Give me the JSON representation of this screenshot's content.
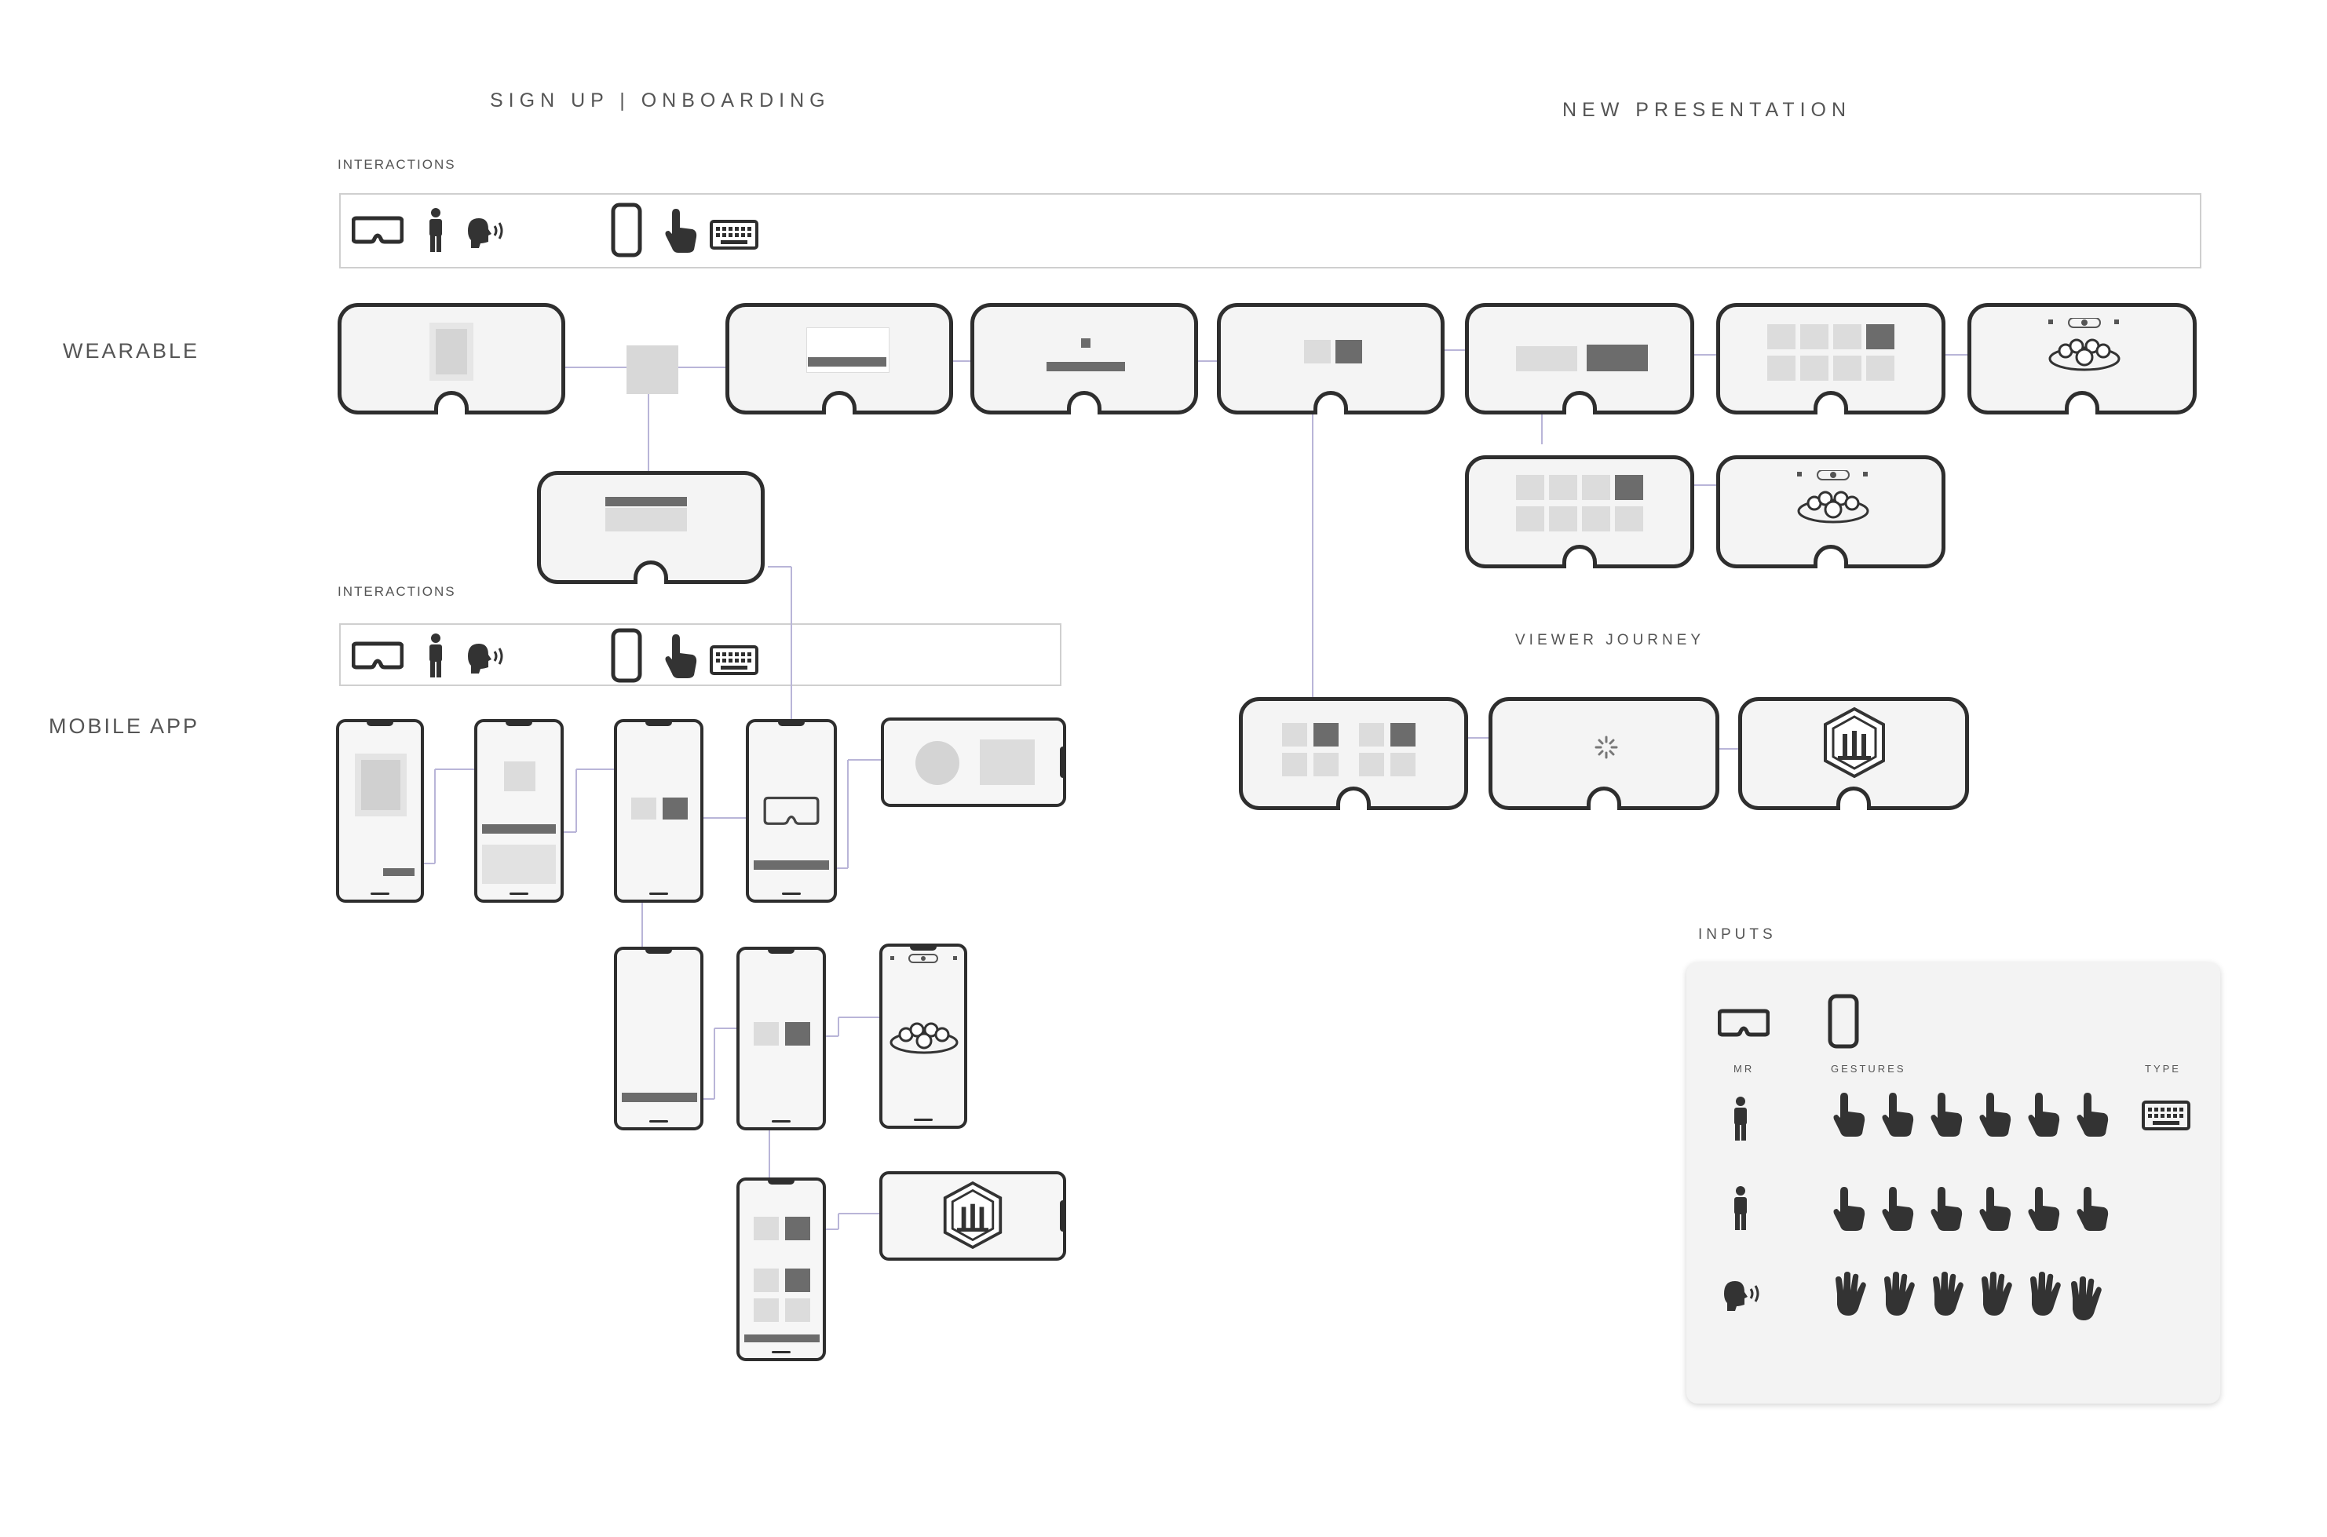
{
  "sections": {
    "signup": "SIGN UP | ONBOARDING",
    "new_presentation": "NEW PRESENTATION",
    "viewer_journey": "VIEWER JOURNEY",
    "inputs": "INPUTS"
  },
  "rows": {
    "wearable": "WEARABLE",
    "mobile_app": "MOBILE APP"
  },
  "interactions_label_1": "INTERACTIONS",
  "interactions_label_2": "INTERACTIONS",
  "inputs_panel": {
    "mr": "MR",
    "gestures": "GESTURES",
    "type": "TYPE"
  },
  "icons": {
    "headset": "vr-headset-icon",
    "person": "person-icon",
    "voice": "voice-icon",
    "phone": "phone-icon",
    "tap": "hand-tap-icon",
    "keyboard": "keyboard-icon"
  },
  "colors": {
    "frame": "#2e2e2e",
    "screen": "#f4f4f4",
    "block_light": "#dcdcdc",
    "block_dark": "#6c6c6c",
    "connector": "#b9b5d8"
  }
}
